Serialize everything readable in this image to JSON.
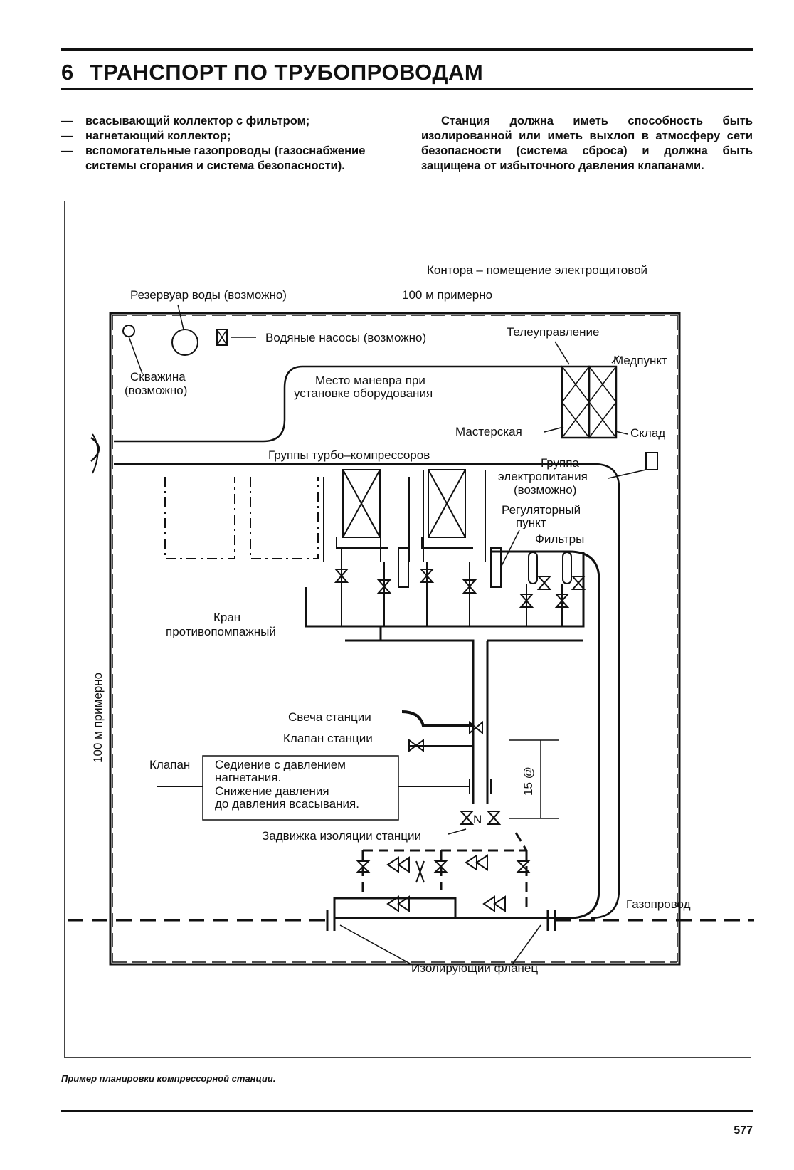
{
  "header": {
    "chapter_number": "6",
    "chapter_title": "ТРАНСПОРТ ПО ТРУБОПРОВОДАМ"
  },
  "left_column": {
    "items": [
      "всасывающий коллектор с фильтром;",
      "нагнетающий коллектор;",
      "вспомогательные газопроводы (газоснабжение системы сгорания и система безопасности)."
    ],
    "bullet": "—"
  },
  "right_column": {
    "text": "Станция должна иметь способность быть изолированной или иметь выхлоп в атмосферу сети безопасности (система сброса) и должна быть защищена от избыточного давления клапанами."
  },
  "diagram": {
    "labels": {
      "office": "Контора – помещение электрощитовой",
      "water_tank": "Резервуар воды (возможно)",
      "width_100m": "100 м примерно",
      "water_pumps": "Водяные насосы (возможно)",
      "telecontrol": "Телеуправление",
      "medpoint": "Медпункт",
      "well_1": "Скважина",
      "well_2": "(возможно)",
      "maneuver_1": "Место маневра при",
      "maneuver_2": "установке оборудования",
      "workshop": "Мастерская",
      "warehouse": "Склад",
      "turbo_groups": "Группы турбо–компрессоров",
      "power_1": "Группа",
      "power_2": "электропитания",
      "power_3": "(возможно)",
      "regulator_1": "Регуляторный",
      "regulator_2": "пункт",
      "filters": "Фильтры",
      "antisurge_1": "Кран",
      "antisurge_2": "противопомпажный",
      "height_100m": "100 м примерно",
      "station_vent": "Свеча станции",
      "station_valve": "Клапан станции",
      "valve": "Клапан",
      "box_1": "Седиение с давлением",
      "box_2": "нагнетания.",
      "box_3": "Снижение давления",
      "box_4": "до давления всасывания.",
      "dim_15": "15 @",
      "n_mark": "N",
      "isolation_gate": "Задвижка изоляции станции",
      "pipeline": "Газопровод",
      "isolating_flange": "Изолирующий фланец"
    }
  },
  "caption": "Пример планировки компрессорной станции.",
  "page_number": "577"
}
